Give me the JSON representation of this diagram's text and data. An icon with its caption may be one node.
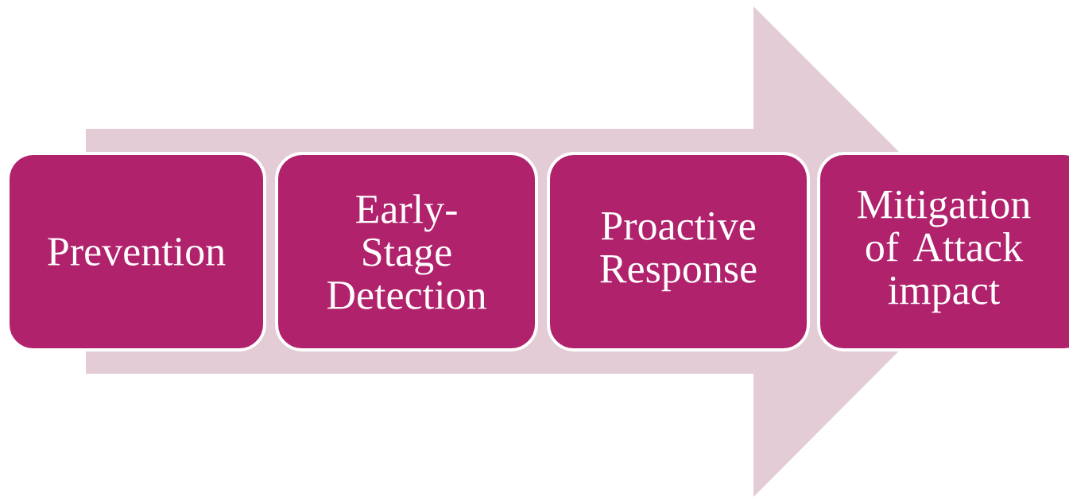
{
  "diagram": {
    "nodes": [
      {
        "text": [
          "Prevention"
        ]
      },
      {
        "text": [
          "Early-Stage Detection"
        ]
      },
      {
        "text": [
          "Proactive Response"
        ]
      },
      {
        "text": [
          "Mitigation of Attack impact"
        ]
      }
    ],
    "edges": [
      {
        "from": 0,
        "to": 3,
        "arrow": "to"
      }
    ]
  }
}
